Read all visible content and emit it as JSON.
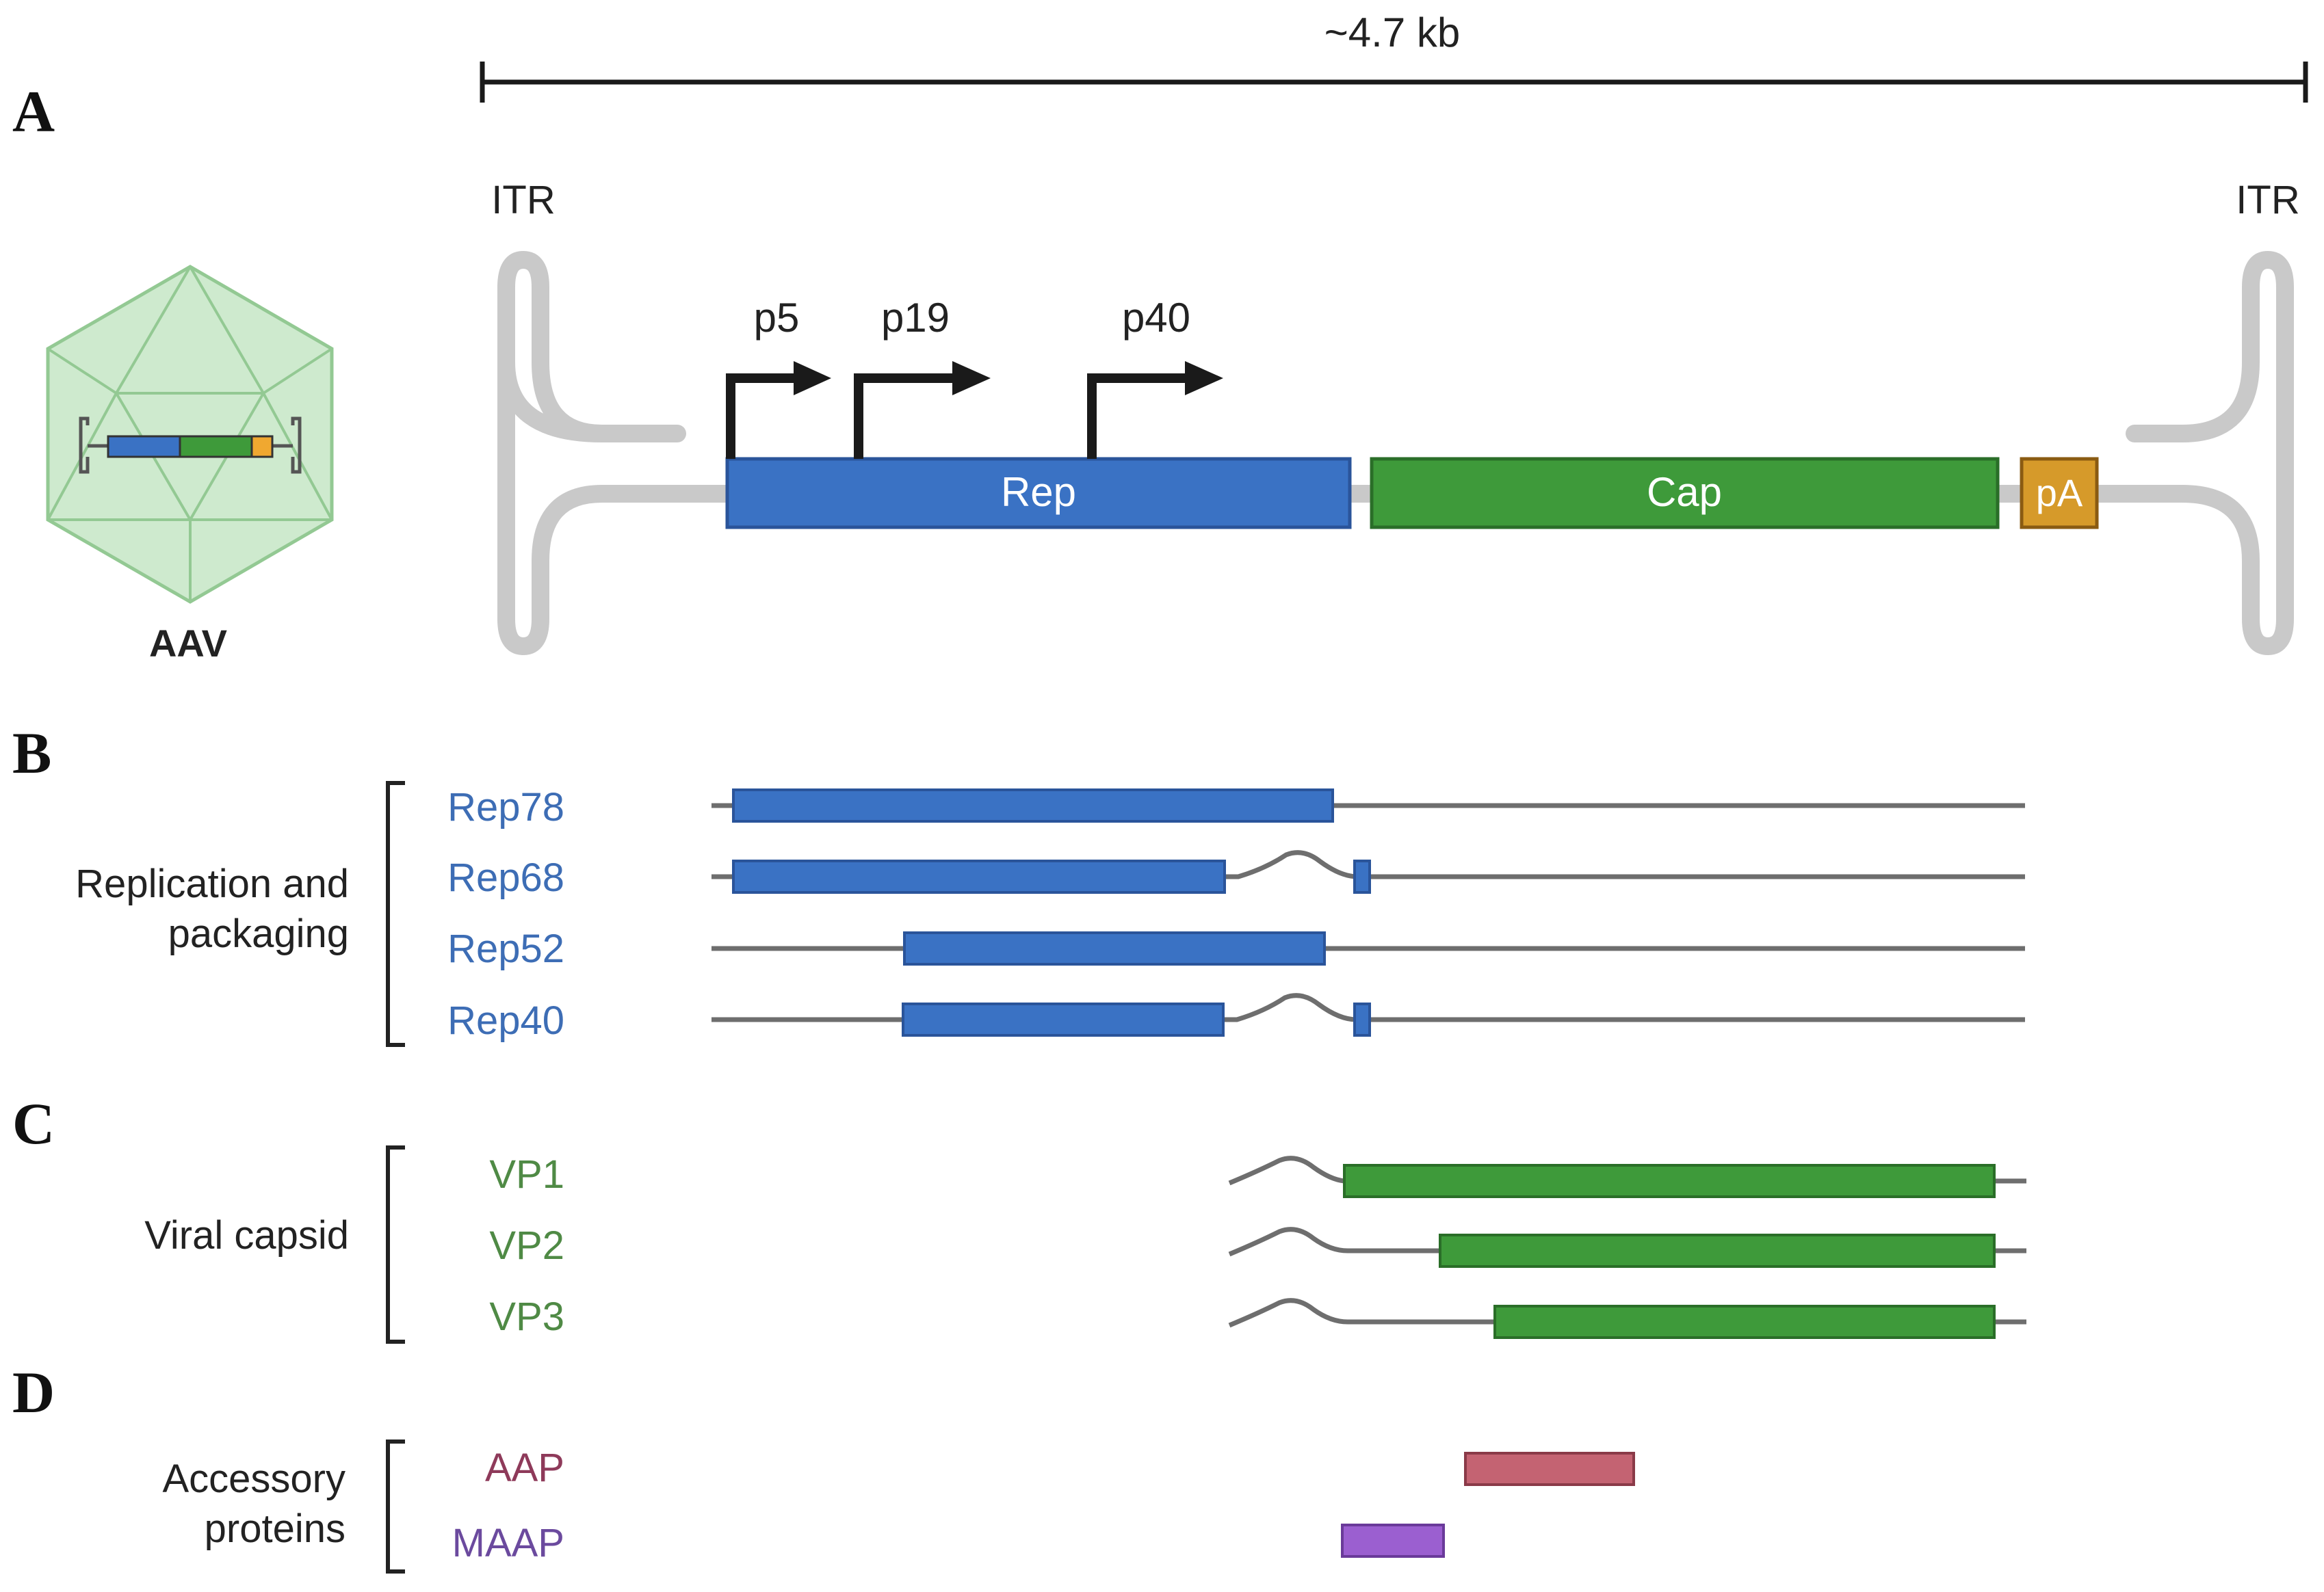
{
  "scale_label": "~4.7 kb",
  "panels": {
    "a": "A",
    "b": "B",
    "c": "C",
    "d": "D"
  },
  "genome": {
    "itr_left": "ITR",
    "itr_right": "ITR",
    "promoters": [
      "p5",
      "p19",
      "p40"
    ],
    "rep_label": "Rep",
    "cap_label": "Cap",
    "pa_label": "pA"
  },
  "virion": {
    "label": "AAV"
  },
  "groups": {
    "replication": {
      "line1": "Replication and",
      "line2": "packaging"
    },
    "capsid": {
      "line1": "Viral capsid"
    },
    "accessory": {
      "line1": "Accessory",
      "line2": "proteins"
    }
  },
  "transcripts": {
    "rep78": "Rep78",
    "rep68": "Rep68",
    "rep52": "Rep52",
    "rep40": "Rep40",
    "vp1": "VP1",
    "vp2": "VP2",
    "vp3": "VP3",
    "aap": "AAP",
    "maap": "MAAP"
  },
  "colors": {
    "rep": "#3a72c4",
    "rep_text": "#3d6db5",
    "cap": "#3e9a3a",
    "cap_text": "#4f8a45",
    "pa": "#d69a2a",
    "aap": "#c46372",
    "aap_text": "#8e3a5a",
    "maap": "#9b5fd0",
    "maap_text": "#6b4a9e",
    "itr_line": "#c9c9c9",
    "intron_line": "#6e6e6e",
    "capsid_fill": "#c6e6c6",
    "capsid_edge": "#93c993"
  }
}
